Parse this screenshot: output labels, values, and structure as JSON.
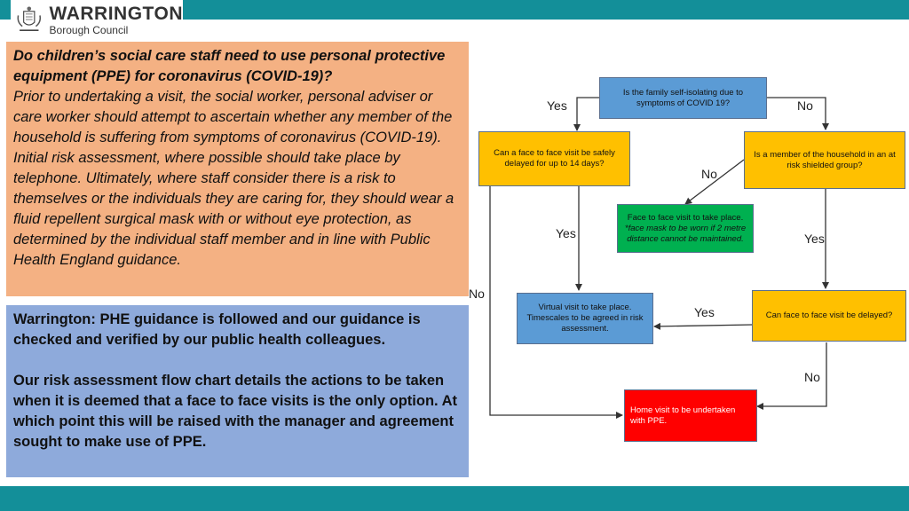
{
  "header": {
    "logo_title": "WARRINGTON",
    "logo_subtitle": "Borough Council",
    "band_color": "#138f99"
  },
  "left_top": {
    "question": "Do children’s social care staff need to use personal protective equipment (PPE) for coronavirus (COVID-19)?",
    "body": "Prior to undertaking a visit, the social worker, personal adviser or care worker should attempt to ascertain whether any member of the household is suffering from symptoms of coronavirus (COVID-19). Initial risk assessment, where possible should take place by telephone. Ultimately, where staff consider there is a risk to themselves or the individuals they are caring for, they should wear a fluid repellent surgical mask with or without eye protection, as determined by the individual staff member and in line with Public Health England guidance.",
    "bg": "#f4b183"
  },
  "left_bottom": {
    "para1": "Warrington:  PHE guidance is followed and our guidance is checked and verified by our public health colleagues.",
    "para2": "Our risk assessment flow chart details the actions to be taken when it is deemed that a face to face visits is the only option. At which point this will be raised with the manager and agreement sought to make use of PPE.",
    "bg": "#8eaadb"
  },
  "flow": {
    "nodes": {
      "self_isolating": "Is the family self-isolating due to symptoms of COVID 19?",
      "delay_14": "Can a face to face visit be safely delayed for up to 14 days?",
      "shielded": "Is a member of the household in an at risk shielded group?",
      "f2f_main": "Face to face visit to take place.",
      "f2f_note": "*face mask to be worn if 2 metre distance cannot be maintained.",
      "virtual": "Virtual visit to take place. Timescales to be agreed in risk assessment.",
      "can_delay": "Can face to face visit be delayed?",
      "home_visit": "Home visit to be undertaken with PPE."
    },
    "labels": {
      "yes_top_left": "Yes",
      "no_top_right": "No",
      "no_shielded_to_f2f": "No",
      "yes_delay_to_virtual": "Yes",
      "yes_shielded_to_can_delay": "Yes",
      "no_left_bypass": "No",
      "yes_can_delay_to_virtual": "Yes",
      "no_can_delay_to_home": "No"
    },
    "colors": {
      "question_blue": "#5b9bd5",
      "decision_yellow": "#ffc000",
      "action_green": "#00b050",
      "ppe_red": "#ff0000"
    }
  }
}
